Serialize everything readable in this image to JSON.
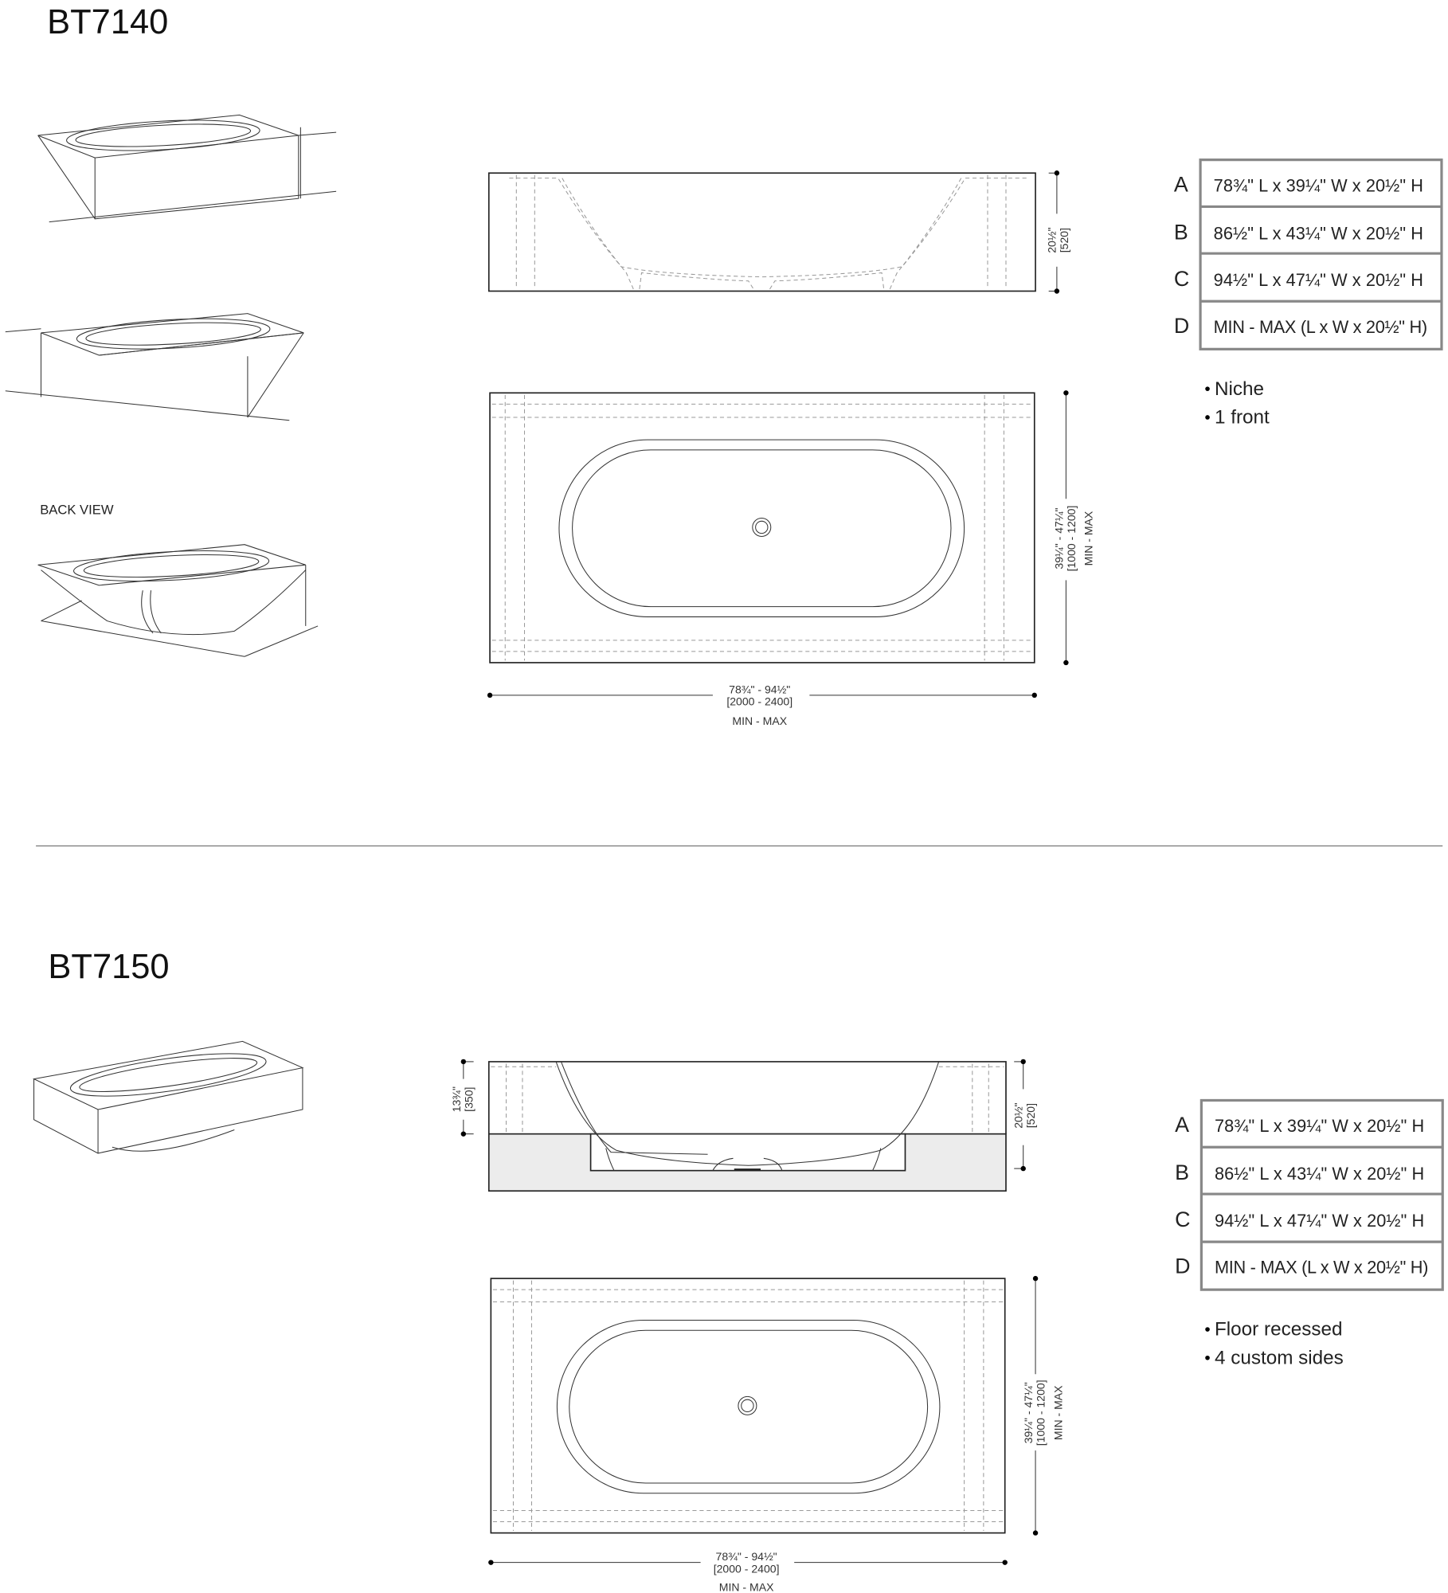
{
  "products": [
    {
      "model": "BT7140",
      "back_view_label": "BACK VIEW",
      "elevation_height": {
        "in": "20½\"",
        "mm": "[520]"
      },
      "plan_width": {
        "in": "39¼\" - 47¼\"",
        "mm": "[1000 - 1200]",
        "note": "MIN - MAX"
      },
      "plan_length": {
        "in": "78¾\" - 94½\"",
        "mm": "[2000 - 2400]",
        "note": "MIN - MAX"
      },
      "sizes": [
        {
          "letter": "A",
          "dims": "78¾\" L x 39¼\" W x 20½\" H"
        },
        {
          "letter": "B",
          "dims": "86½\" L x 43¼\" W x 20½\" H"
        },
        {
          "letter": "C",
          "dims": "94½\" L x 47¼\" W x 20½\" H"
        },
        {
          "letter": "D",
          "dims": "MIN - MAX (L x W x 20½\" H)"
        }
      ],
      "features": [
        "Niche",
        "1 front"
      ]
    },
    {
      "model": "BT7150",
      "recess_height": {
        "in": "13¾\"",
        "mm": "[350]"
      },
      "elevation_height": {
        "in": "20½\"",
        "mm": "[520]"
      },
      "plan_width": {
        "in": "39¼\" - 47¼\"",
        "mm": "[1000 - 1200]",
        "note": "MIN - MAX"
      },
      "plan_length": {
        "in": "78¾\" - 94½\"",
        "mm": "[2000 - 2400]",
        "note": "MIN - MAX"
      },
      "sizes": [
        {
          "letter": "A",
          "dims": "78¾\" L x 39¼\" W x 20½\" H"
        },
        {
          "letter": "B",
          "dims": "86½\" L x 43¼\" W x 20½\" H"
        },
        {
          "letter": "C",
          "dims": "94½\" L x 47¼\" W x 20½\" H"
        },
        {
          "letter": "D",
          "dims": "MIN - MAX (L x W x 20½\" H)"
        }
      ],
      "features": [
        "Floor recessed",
        "4 custom sides"
      ]
    }
  ],
  "colors": {
    "line": "#222222",
    "hidden_line": "#999999",
    "table_border": "#888888",
    "floor_fill": "#ececec"
  }
}
